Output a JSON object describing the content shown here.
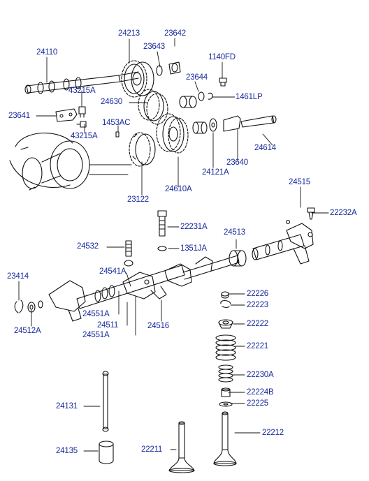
{
  "theme": {
    "label_color": "#1a2b9c",
    "line_color": "#111111"
  },
  "labels": [
    {
      "id": "24110",
      "text": "24110"
    },
    {
      "id": "24213",
      "text": "24213"
    },
    {
      "id": "23642",
      "text": "23642"
    },
    {
      "id": "23643",
      "text": "23643"
    },
    {
      "id": "1140FD",
      "text": "1140FD"
    },
    {
      "id": "23644",
      "text": "23644"
    },
    {
      "id": "43215A-top",
      "text": "43215A"
    },
    {
      "id": "1461LP",
      "text": "1461LP"
    },
    {
      "id": "24630",
      "text": "24630"
    },
    {
      "id": "23641",
      "text": "23641"
    },
    {
      "id": "1453AC",
      "text": "1453AC"
    },
    {
      "id": "43215A-bottom",
      "text": "43215A"
    },
    {
      "id": "24614",
      "text": "24614"
    },
    {
      "id": "24121A",
      "text": "24121A"
    },
    {
      "id": "23640",
      "text": "23640"
    },
    {
      "id": "23122",
      "text": "23122"
    },
    {
      "id": "24610A",
      "text": "24610A"
    },
    {
      "id": "24515",
      "text": "24515"
    },
    {
      "id": "22232A",
      "text": "22232A"
    },
    {
      "id": "22231A",
      "text": "22231A"
    },
    {
      "id": "24513",
      "text": "24513"
    },
    {
      "id": "24532",
      "text": "24532"
    },
    {
      "id": "1351JA",
      "text": "1351JA"
    },
    {
      "id": "24541A",
      "text": "24541A"
    },
    {
      "id": "23414",
      "text": "23414"
    },
    {
      "id": "22226",
      "text": "22226"
    },
    {
      "id": "22223",
      "text": "22223"
    },
    {
      "id": "24551A-top",
      "text": "24551A"
    },
    {
      "id": "22222",
      "text": "22222"
    },
    {
      "id": "24511",
      "text": "24511"
    },
    {
      "id": "24516",
      "text": "24516"
    },
    {
      "id": "24512A",
      "text": "24512A"
    },
    {
      "id": "24551A-bottom",
      "text": "24551A"
    },
    {
      "id": "22221",
      "text": "22221"
    },
    {
      "id": "22230A",
      "text": "22230A"
    },
    {
      "id": "22224B",
      "text": "22224B"
    },
    {
      "id": "22225",
      "text": "22225"
    },
    {
      "id": "24131",
      "text": "24131"
    },
    {
      "id": "22212",
      "text": "22212"
    },
    {
      "id": "24135",
      "text": "24135"
    },
    {
      "id": "22211",
      "text": "22211"
    }
  ]
}
